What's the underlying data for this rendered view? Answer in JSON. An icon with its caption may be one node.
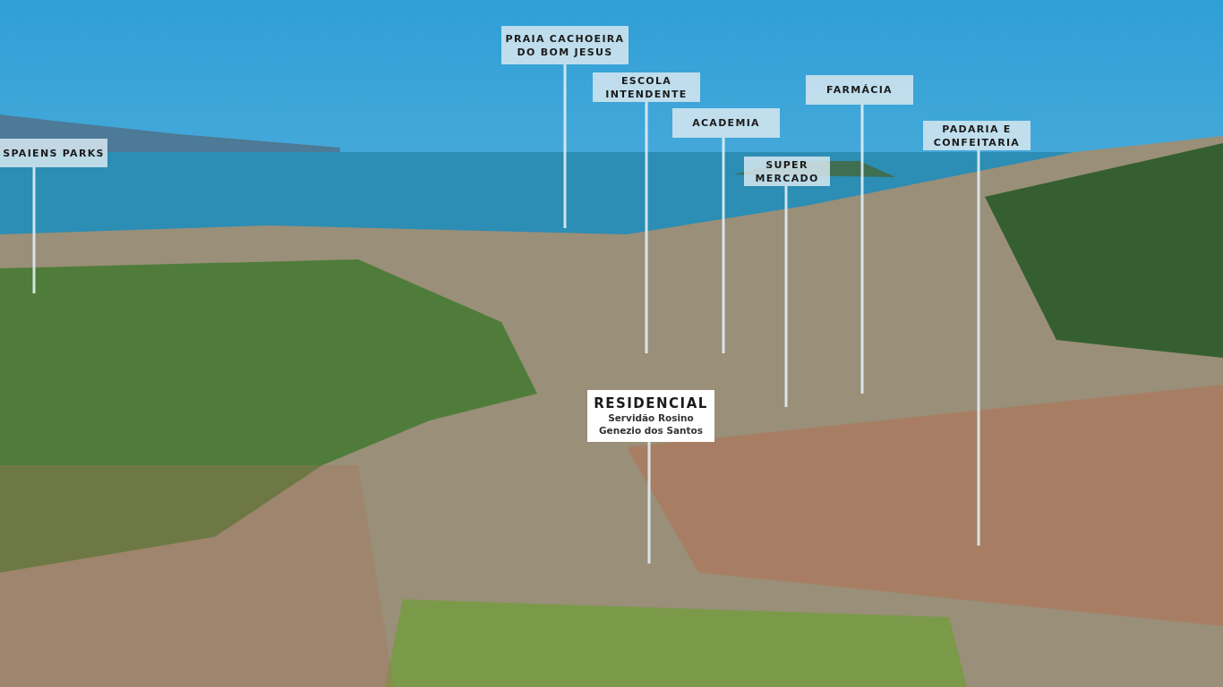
{
  "diagram": {
    "nodes": [
      {
        "text": [
          "SPAIENS PARKS"
        ]
      },
      {
        "text": [
          "PRAIA CACHOEIRA DO BOM JESUS"
        ]
      },
      {
        "text": [
          "ESCOLA INTENDENTE"
        ]
      },
      {
        "text": [
          "ACADEMIA"
        ]
      },
      {
        "text": [
          "SUPER MERCADO"
        ]
      },
      {
        "text": [
          "FARMÁCIA"
        ]
      },
      {
        "text": [
          "PADARIA E CONFEITARIA"
        ]
      },
      {
        "text": [
          "RESIDENCIAL",
          "Servidão Rosino Genezio dos Santos"
        ]
      }
    ],
    "edges": [
      {
        "from": 0,
        "to": null,
        "arrow": "none"
      },
      {
        "from": 1,
        "to": null,
        "arrow": "none"
      },
      {
        "from": 2,
        "to": null,
        "arrow": "none"
      },
      {
        "from": 3,
        "to": null,
        "arrow": "none"
      },
      {
        "from": 4,
        "to": null,
        "arrow": "none"
      },
      {
        "from": 5,
        "to": null,
        "arrow": "none"
      },
      {
        "from": 6,
        "to": null,
        "arrow": "none"
      },
      {
        "from": 7,
        "to": null,
        "arrow": "none"
      }
    ]
  }
}
